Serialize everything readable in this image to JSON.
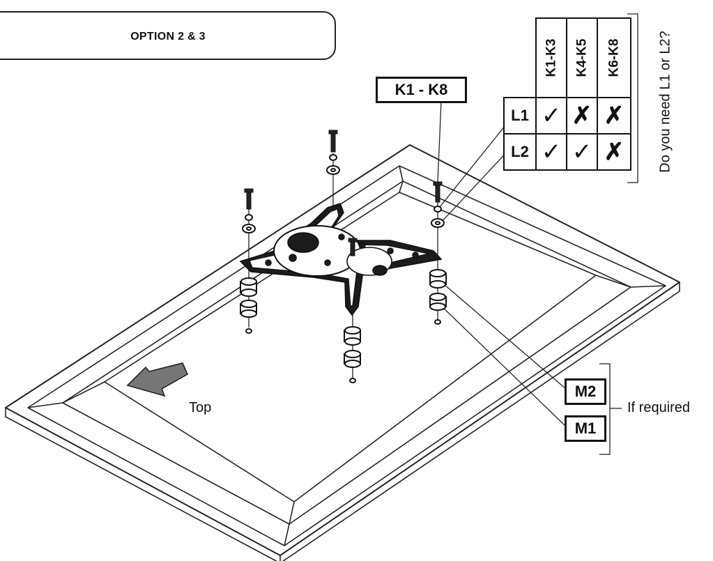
{
  "option_title": "OPTION 2 & 3",
  "screw_label": "K1 - K8",
  "question": "Do you need L1 or L2?",
  "table": {
    "columns": [
      "K1-K3",
      "K4-K5",
      "K6-K8"
    ],
    "rows": [
      {
        "label": "L1",
        "marks": [
          "✓",
          "✗",
          "✗"
        ]
      },
      {
        "label": "L2",
        "marks": [
          "✓",
          "✓",
          "✗"
        ]
      }
    ]
  },
  "spacer_labels": {
    "m2": "M2",
    "m1": "M1"
  },
  "if_required": "If required",
  "top_label": "Top",
  "icons": [
    "tv-outline",
    "mounting-plate",
    "screw-icon",
    "washer-icon",
    "spacer-icon",
    "arrow-icon",
    "check-icon",
    "cross-icon"
  ]
}
